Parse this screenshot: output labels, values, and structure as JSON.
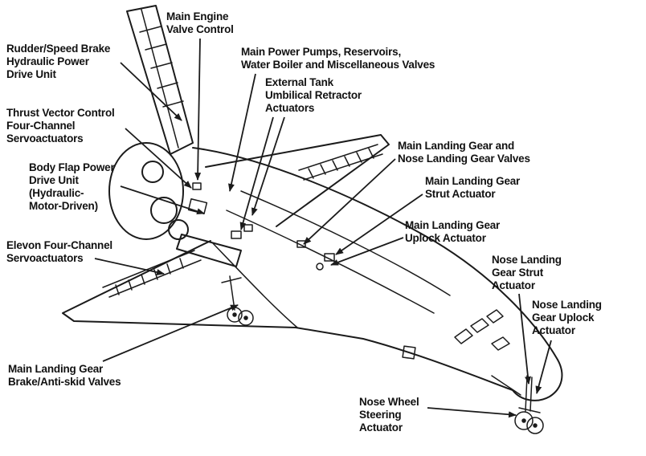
{
  "colors": {
    "ink": "#1b1b1b",
    "background": "#ffffff"
  },
  "labels": [
    {
      "id": "main-engine-valve-control",
      "text": "Main Engine\nValve Control"
    },
    {
      "id": "rudder-speed-brake-hydraulic-power-drive-unit",
      "text": "Rudder/Speed Brake\nHydraulic Power\nDrive Unit"
    },
    {
      "id": "main-power-pumps-reservoirs",
      "text": "Main Power Pumps, Reservoirs,\nWater Boiler and Miscellaneous Valves"
    },
    {
      "id": "external-tank-umbilical-retractor-actuators",
      "text": "External Tank\nUmbilical Retractor\nActuators"
    },
    {
      "id": "thrust-vector-control-servoactuators",
      "text": "Thrust Vector Control\nFour-Channel\nServoactuators"
    },
    {
      "id": "main-and-nose-landing-gear-valves",
      "text": "Main Landing Gear and\nNose Landing Gear Valves"
    },
    {
      "id": "body-flap-power-drive-unit",
      "text": "Body Flap Power\nDrive Unit\n(Hydraulic-\nMotor-Driven)"
    },
    {
      "id": "main-landing-gear-strut-actuator",
      "text": "Main Landing Gear\nStrut Actuator"
    },
    {
      "id": "main-landing-gear-uplock-actuator",
      "text": "Main Landing Gear\nUplock Actuator"
    },
    {
      "id": "elevon-four-channel-servoactuators",
      "text": "Elevon Four-Channel\nServoactuators"
    },
    {
      "id": "nose-landing-gear-strut-actuator",
      "text": "Nose Landing\nGear Strut\nActuator"
    },
    {
      "id": "nose-landing-gear-uplock-actuator",
      "text": "Nose Landing\nGear Uplock\nActuator"
    },
    {
      "id": "main-landing-gear-brake-antiskid-valves",
      "text": "Main Landing Gear\nBrake/Anti-skid Valves"
    },
    {
      "id": "nose-wheel-steering-actuator",
      "text": "Nose Wheel\nSteering\nActuator"
    }
  ]
}
